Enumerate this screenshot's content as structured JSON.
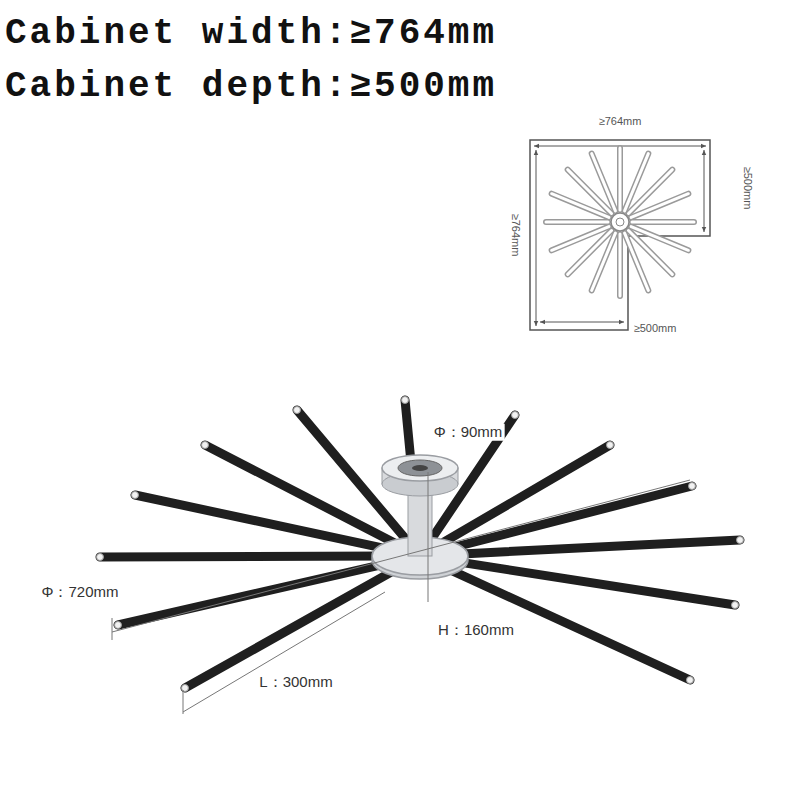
{
  "diagram": {
    "labels": [
      "Cabinet width:≥764mm",
      "Cabinet depth:≥500mm",
      "≥764mm",
      "≥764mm",
      "≥500mm",
      "≥500mm",
      "Φ：90mm",
      "Φ：720mm",
      "H：160mm",
      "L：300mm"
    ]
  }
}
